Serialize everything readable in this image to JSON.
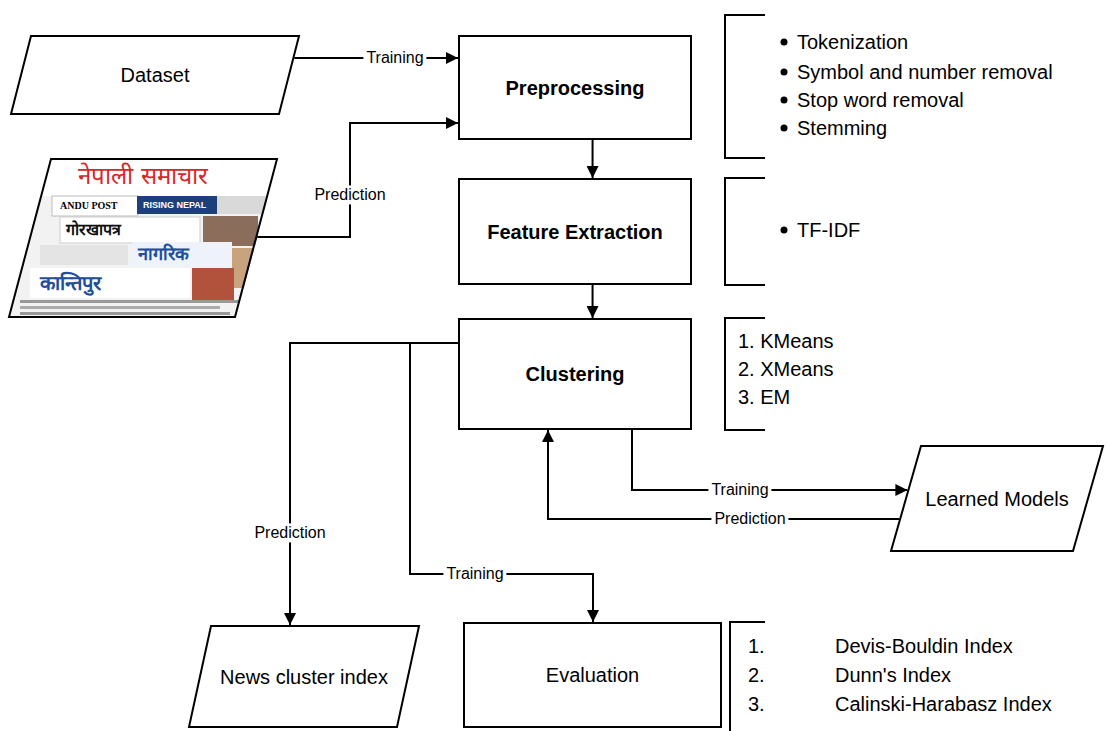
{
  "diagram": {
    "nodes": [
      {
        "text": [
          "Dataset"
        ]
      },
      {
        "text": [
          "Preprocessing"
        ]
      },
      {
        "text": [
          "नेपाली समाचार"
        ]
      },
      {
        "text": [
          "Feature Extraction"
        ]
      },
      {
        "text": [
          "Clustering"
        ]
      },
      {
        "text": [
          "Learned Models"
        ]
      },
      {
        "text": [
          "News cluster index"
        ]
      },
      {
        "text": [
          "Evaluation"
        ]
      }
    ],
    "edges": [
      {
        "from": 0,
        "to": 1,
        "arrow": "to",
        "label": "Training"
      },
      {
        "from": 2,
        "to": 1,
        "arrow": "to",
        "label": "Prediction"
      },
      {
        "from": 1,
        "to": 3,
        "arrow": "to"
      },
      {
        "from": 3,
        "to": 4,
        "arrow": "to"
      },
      {
        "from": 4,
        "to": 5,
        "arrow": "to",
        "label": "Training"
      },
      {
        "from": 5,
        "to": 4,
        "arrow": "to",
        "label": "Prediction"
      },
      {
        "from": 4,
        "to": 6,
        "arrow": "to",
        "label": "Prediction"
      },
      {
        "from": 4,
        "to": 7,
        "arrow": "to",
        "label": "Training"
      }
    ],
    "labels": [
      "Tokenization",
      "Symbol and number removal",
      "Stop word removal",
      "Stemming",
      "TF-IDF",
      "1. KMeans",
      "2. XMeans",
      "3. EM",
      "1.",
      "Devis-Bouldin Index",
      "2.",
      "Dunn's Index",
      "3.",
      "Calinski-Harabasz Index",
      "ANDU POST",
      "RISING NEPAL",
      "गोरखापत्र",
      "नागरिक",
      "कान्तिपुर"
    ]
  }
}
